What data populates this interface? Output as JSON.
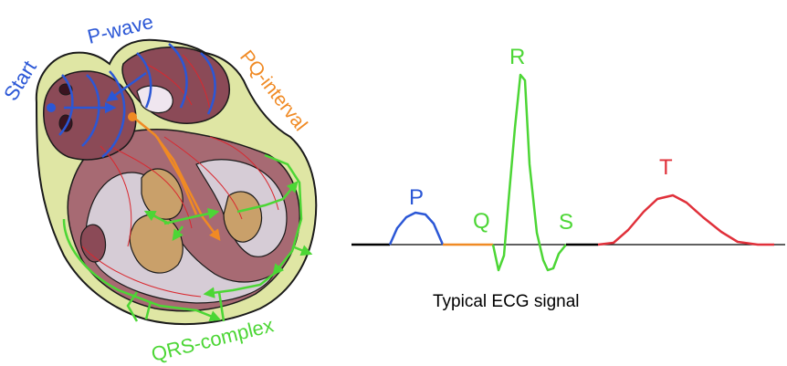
{
  "heart": {
    "labels": {
      "start": "Start",
      "p_wave": "P-wave",
      "pq_interval": "PQ-interval",
      "qrs_complex": "QRS-complex"
    }
  },
  "ecg": {
    "caption": "Typical ECG signal",
    "wave_labels": {
      "p": "P",
      "q": "Q",
      "r": "R",
      "s": "S",
      "t": "T"
    }
  },
  "colors": {
    "p_wave": "#2b57d6",
    "pq_interval": "#f08a24",
    "qrs_complex": "#4cd635",
    "t_wave": "#e0303a",
    "baseline": "#000000",
    "heart_outline": "#1a1a1a",
    "pericardium": "#dfe6a4",
    "atrium": "#8b4a57",
    "ventricle_wall": "#a76a73",
    "chamber": "#d6ccd6",
    "papillary": "#c9a06a"
  }
}
